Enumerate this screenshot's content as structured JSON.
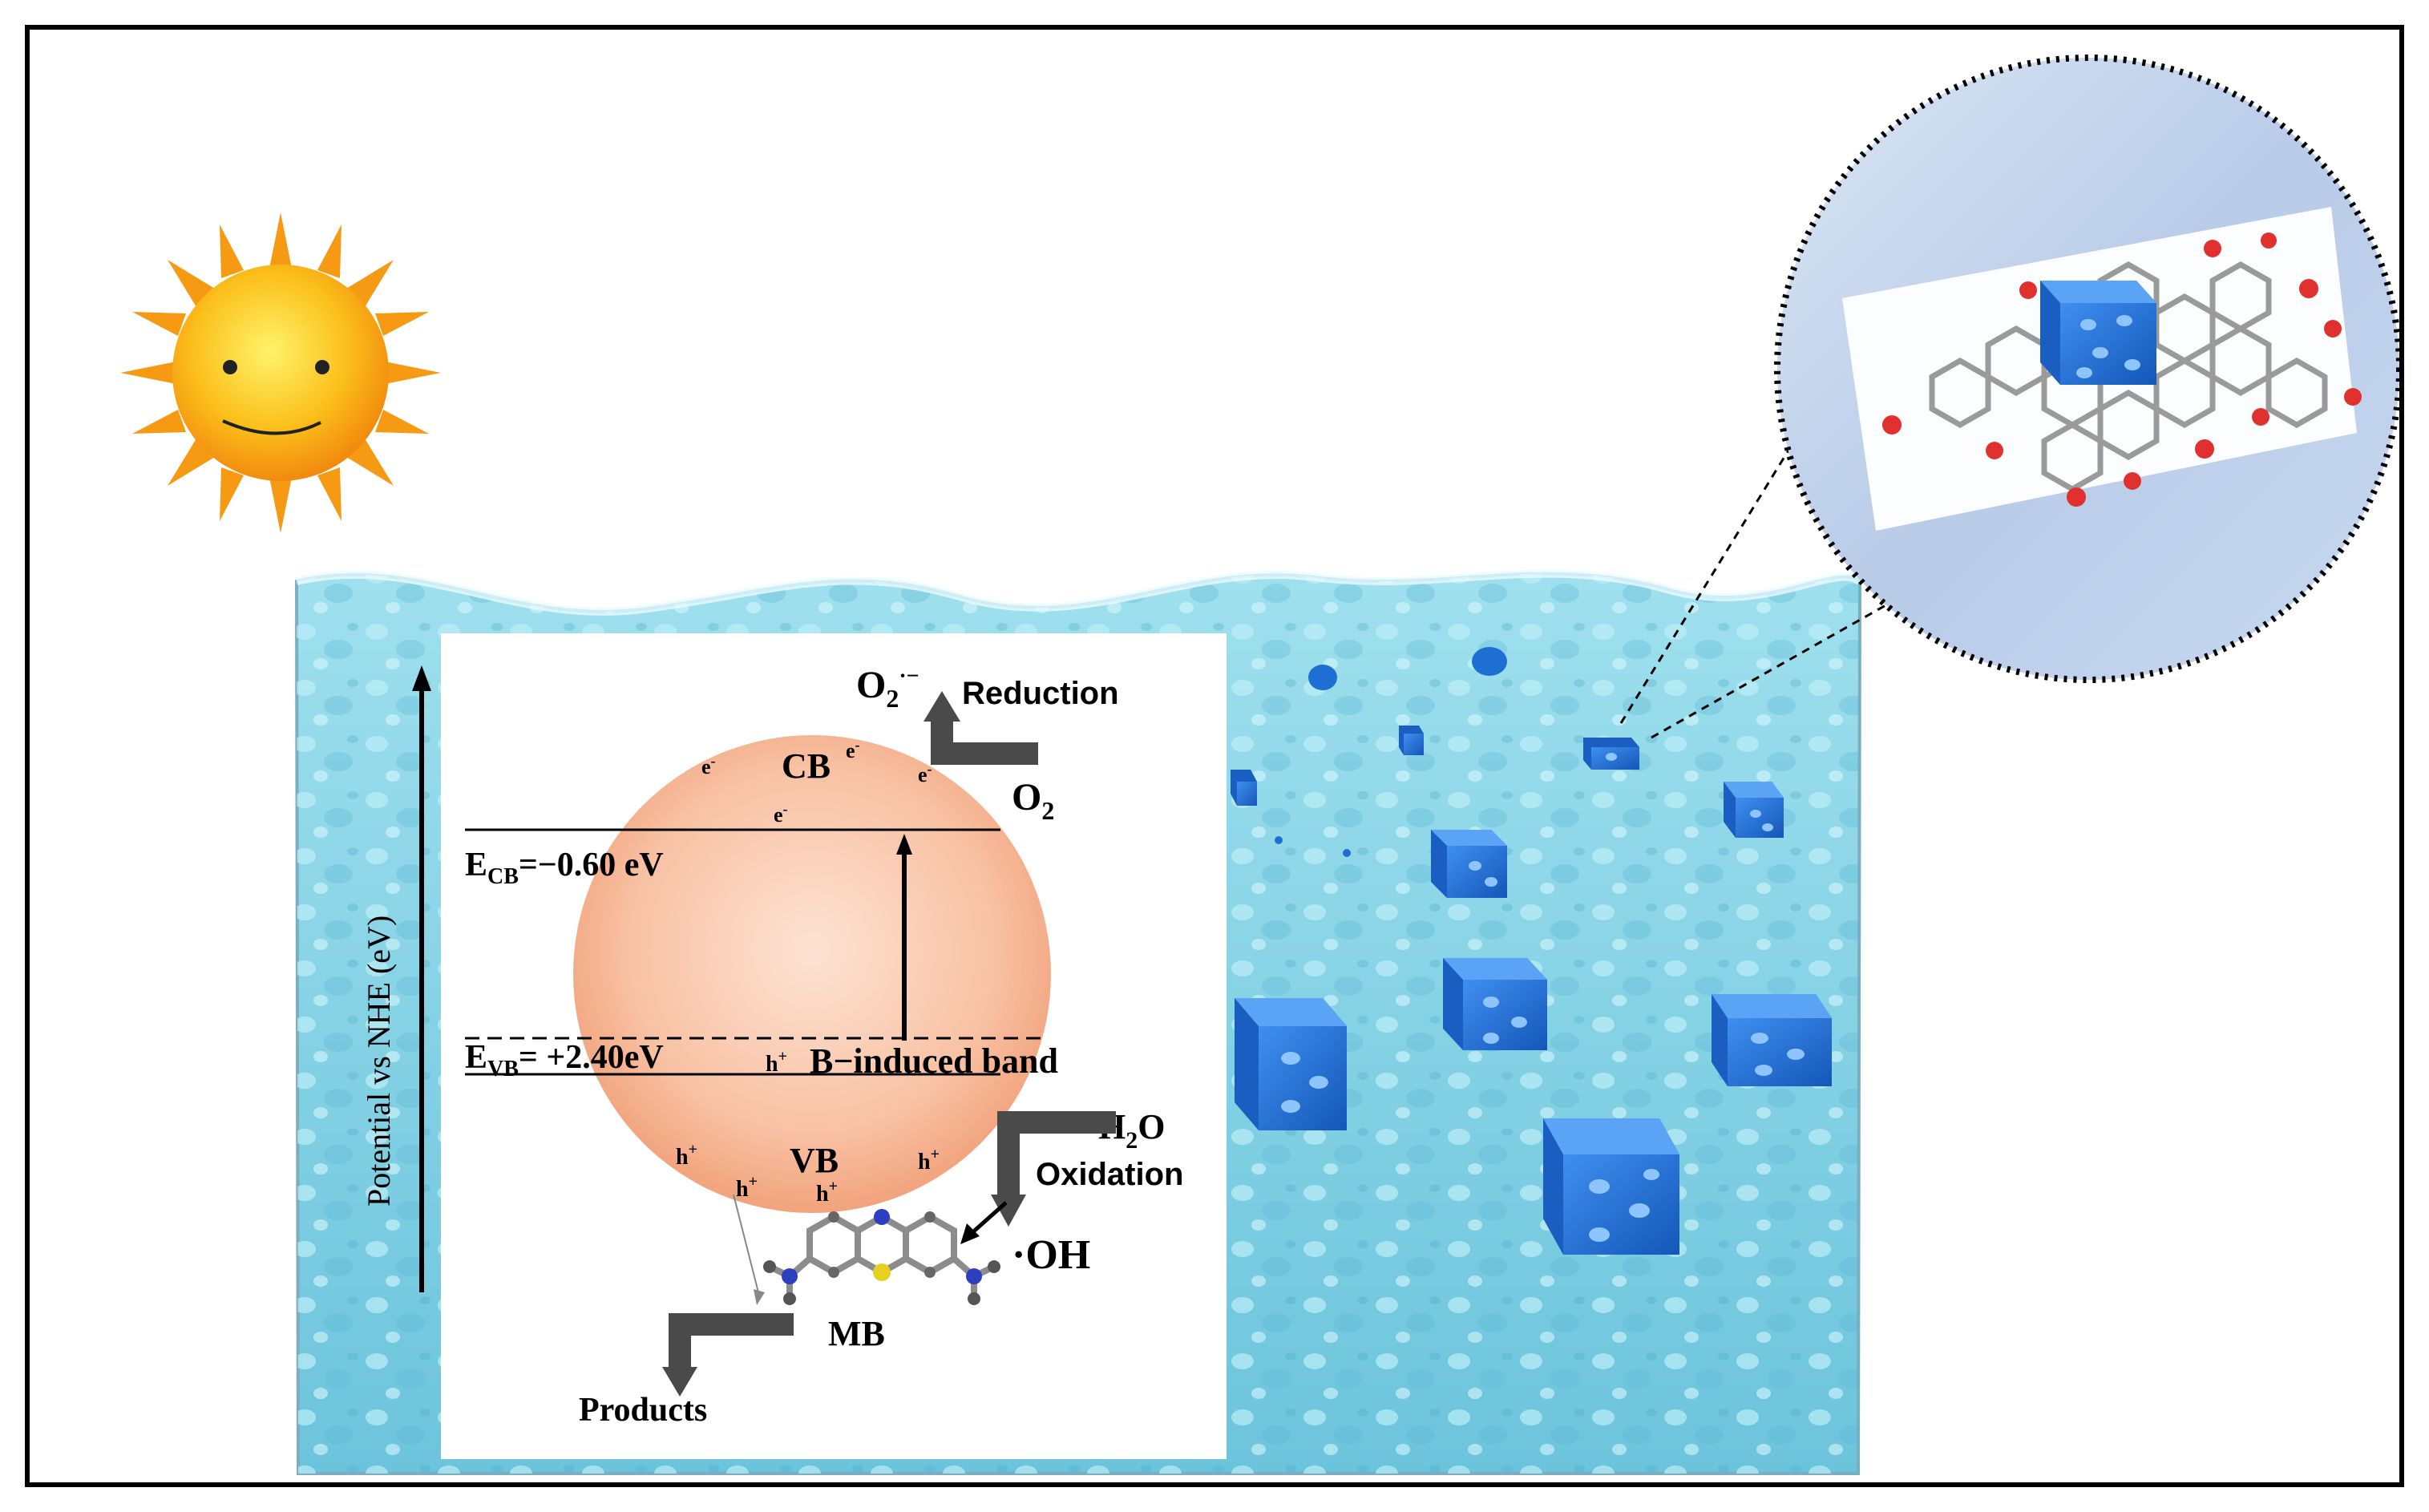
{
  "diagram": {
    "axis_label": "Potential vs NHE (eV)",
    "band_labels": {
      "cb": "CB",
      "vb": "VB",
      "ecb_main": "E",
      "ecb_sub": "CB",
      "ecb_value": "=−0.60 eV",
      "evb_main": "E",
      "evb_sub": "VB",
      "evb_value": "= +2.40eV",
      "b_band": "B−induced band"
    },
    "species": {
      "o2_radical_main": "O",
      "o2_radical_sub": "2",
      "o2_radical_sup": "·−",
      "o2_main": "O",
      "o2_sub": "2",
      "h2o_h": "H",
      "h2o_sub": "2",
      "h2o_o": "O",
      "oh": "·OH",
      "mb": "MB",
      "products": "Products"
    },
    "processes": {
      "reduction": "Reduction",
      "oxidation": "Oxidation"
    },
    "carriers": {
      "electron": "e",
      "electron_sup": "-",
      "hole": "h",
      "hole_sup": "+"
    },
    "colors": {
      "water": "#7fd3e6",
      "water_dark": "#4bb3cf",
      "cube": "#1e6fd8",
      "sphere": "#f6b48f",
      "zoom_bg": "#c5d6ee",
      "sun": "#f7a81b"
    }
  }
}
